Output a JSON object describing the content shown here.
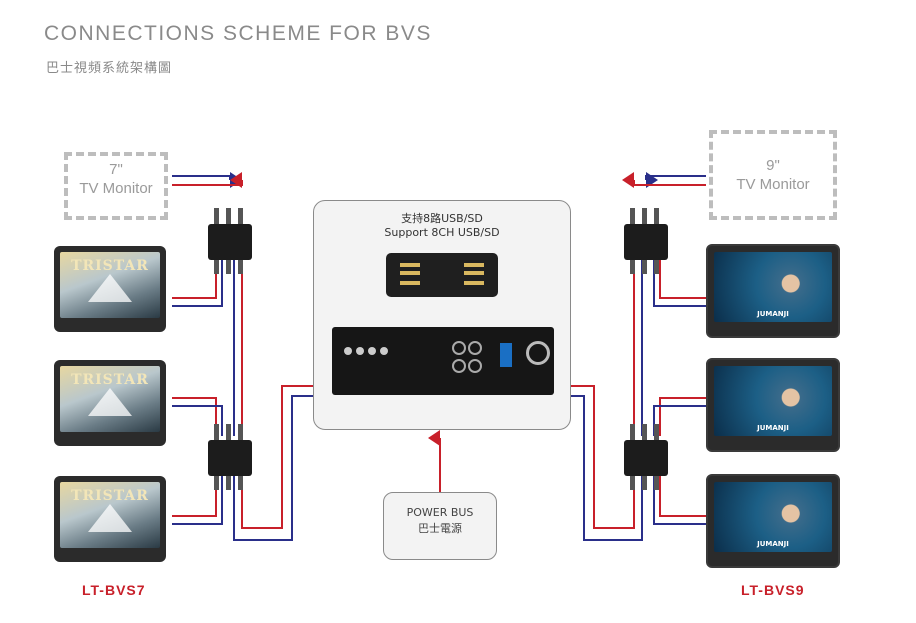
{
  "header": {
    "title": "CONNECTIONS SCHEME FOR BVS",
    "subtitle": "巴士視頻系統架構圖"
  },
  "left_placeholder": {
    "size": "7\"",
    "label": "TV Monitor"
  },
  "right_placeholder": {
    "size": "9\"",
    "label": "TV Monitor"
  },
  "hub": {
    "line1": "支持8路USB/SD",
    "line2": "Support 8CH USB/SD"
  },
  "power": {
    "line1": "POWER BUS",
    "line2": "巴士電源"
  },
  "left_model": "LT-BVS7",
  "right_model": "LT-BVS9",
  "left_monitor": {
    "brand": "TRISTAR"
  },
  "right_monitor": {
    "logo": "JUMANJI"
  },
  "colors": {
    "red_wire": "#c8202a",
    "blue_wire": "#2a2f8a",
    "model_text": "#c8202a"
  }
}
